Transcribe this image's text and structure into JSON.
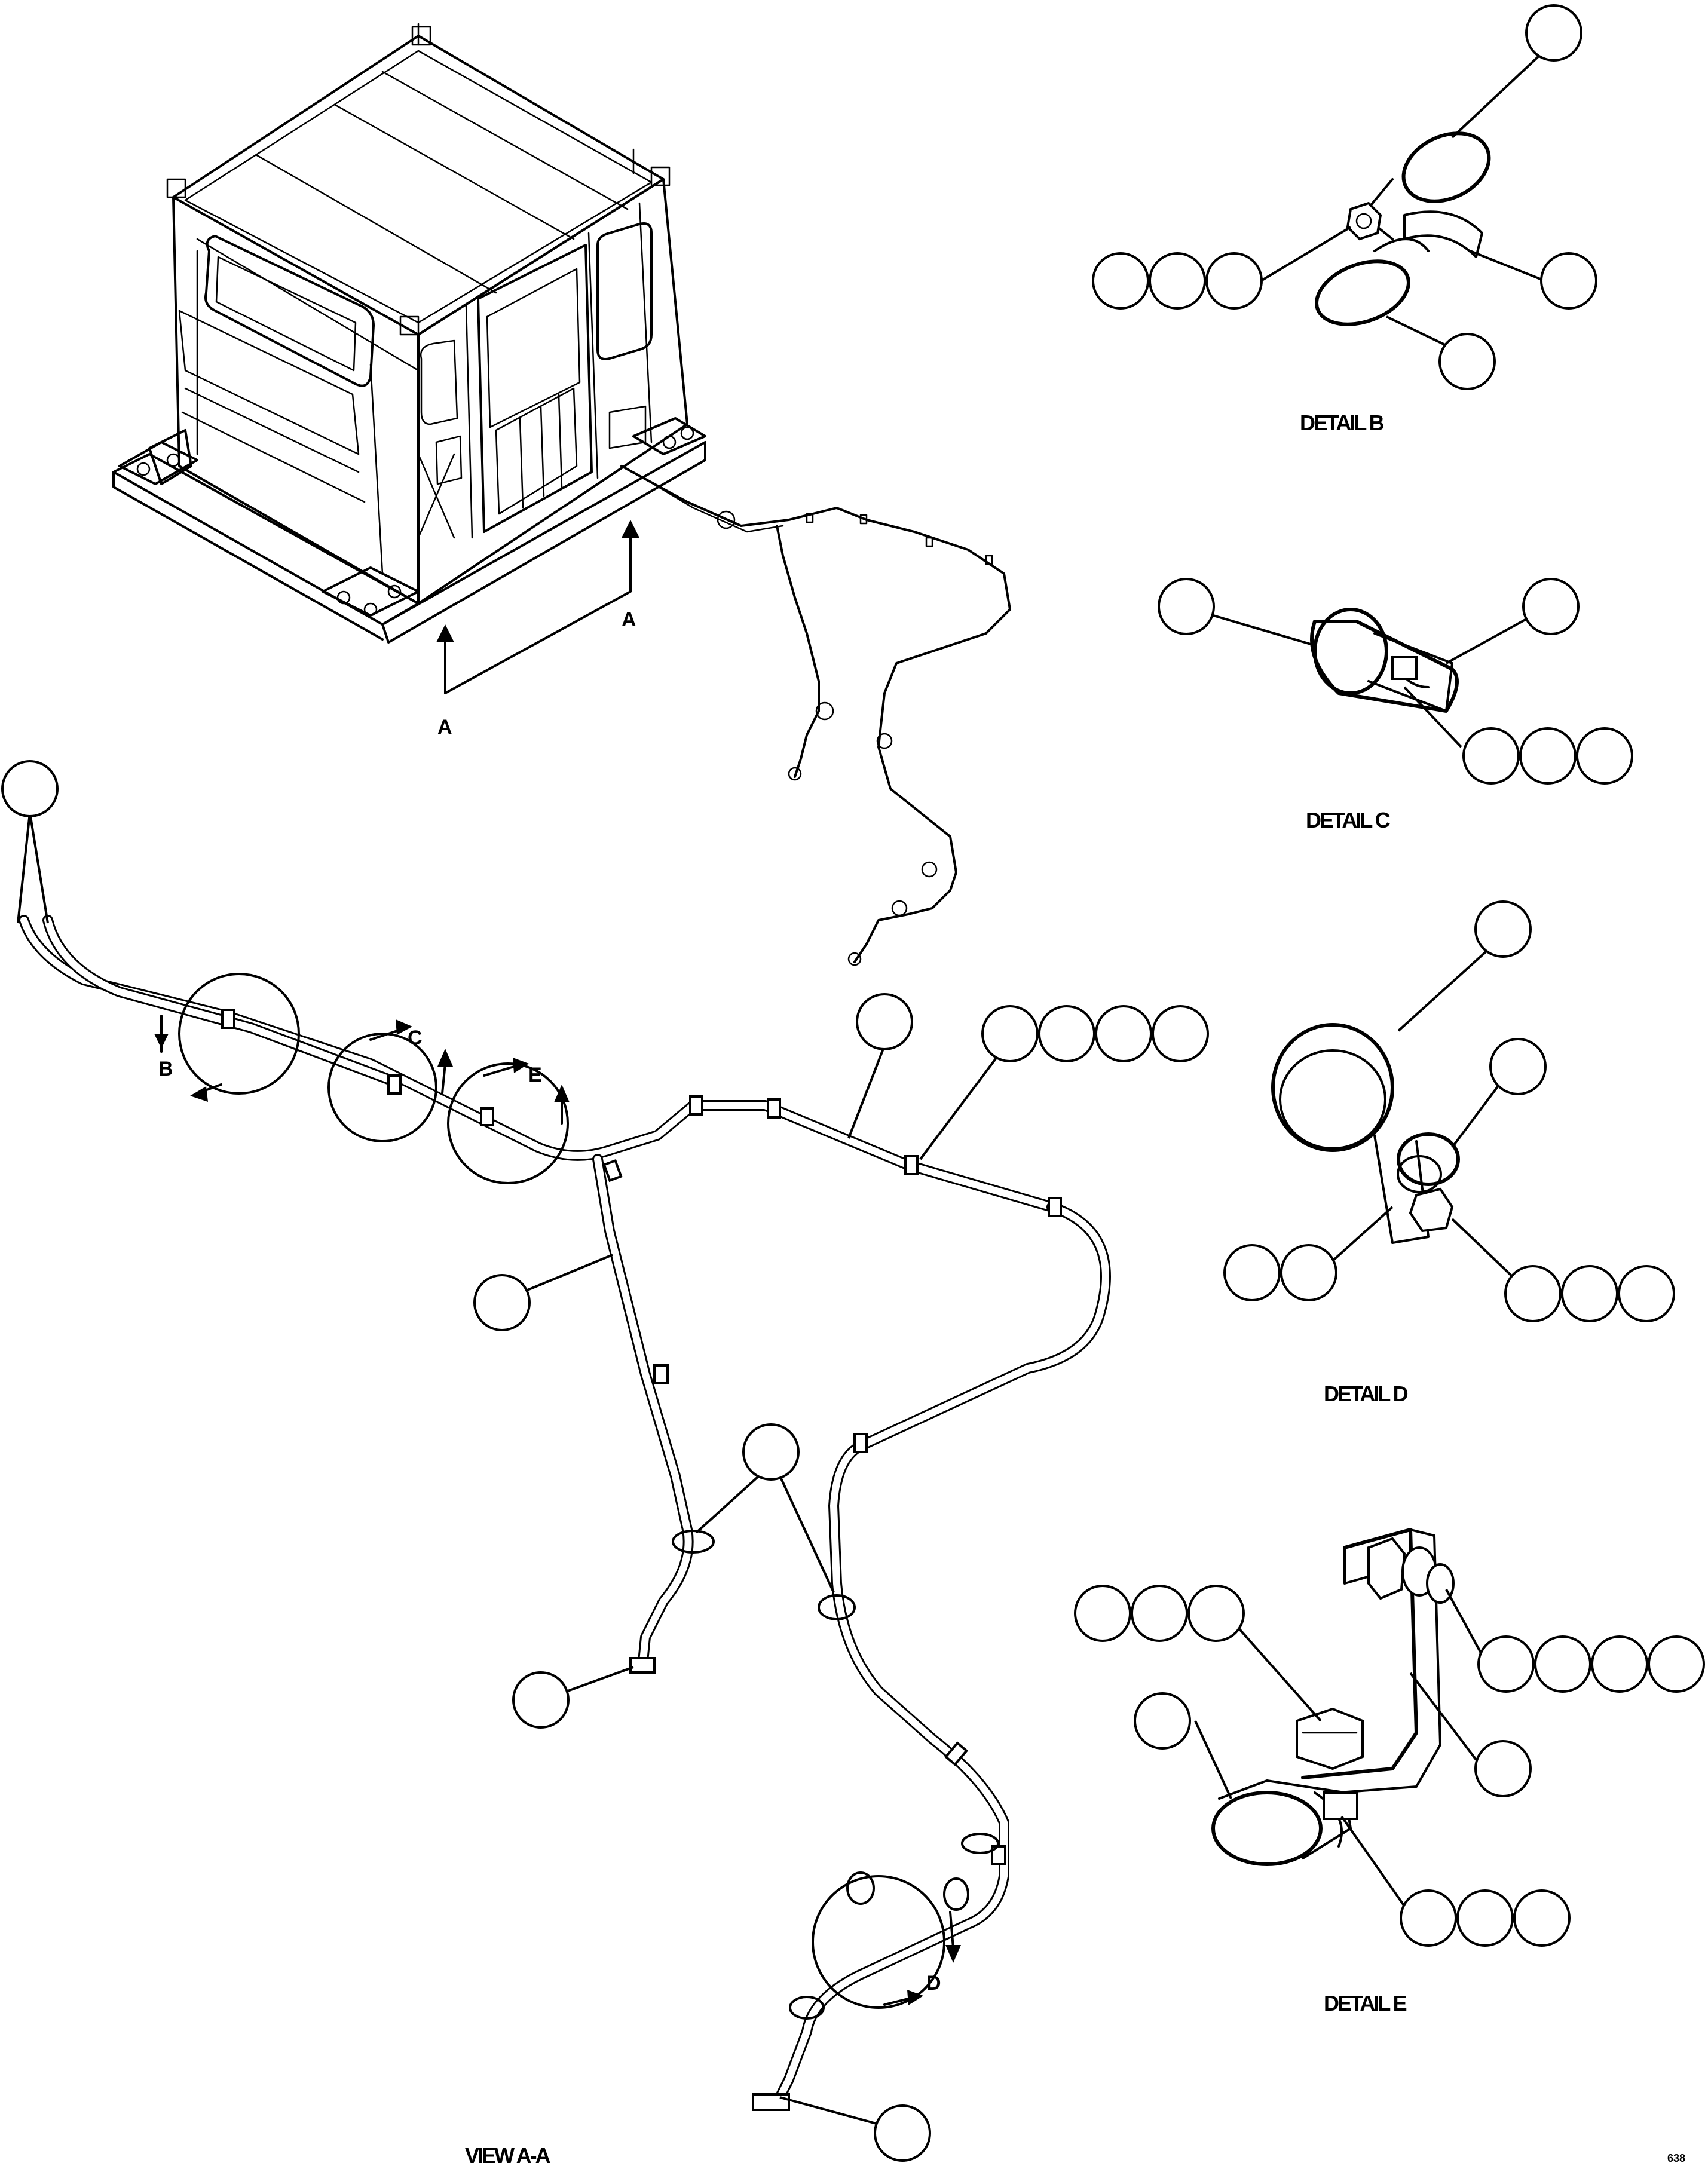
{
  "view_labels": {
    "section_arrow_left": "A",
    "section_arrow_right": "A",
    "detail_b_callout": "B",
    "detail_c_callout": "C",
    "detail_e_callout": "E",
    "detail_d_callout": "D"
  },
  "captions": {
    "detail_b": "DETAIL B",
    "detail_c": "DETAIL C",
    "detail_d": "DETAIL D",
    "detail_e": "DETAIL E",
    "view_aa": "VIEW A-A",
    "sheet_ref": "638"
  }
}
